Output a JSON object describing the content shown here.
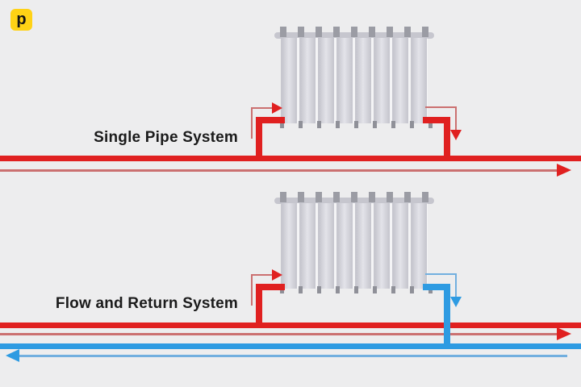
{
  "logo": {
    "letter": "p"
  },
  "systems": [
    {
      "name": "single-pipe-system",
      "label": "Single Pipe System"
    },
    {
      "name": "flow-and-return-system",
      "label": "Flow and Return System"
    }
  ],
  "colors": {
    "background": "#EDEDEE",
    "logo-bg": "#FFD215",
    "logo-fg": "#141414",
    "label-text": "#1B1B1B",
    "flow-pipe": "#E02020",
    "flow-thin": "#CB7070",
    "return-pipe": "#2E9BE2",
    "return-thin": "#72AFDF",
    "radiator-cap": "#9B9CA4",
    "radiator-body-dark": "#C7C7CF",
    "radiator-body-light": "#E3E3E9"
  }
}
